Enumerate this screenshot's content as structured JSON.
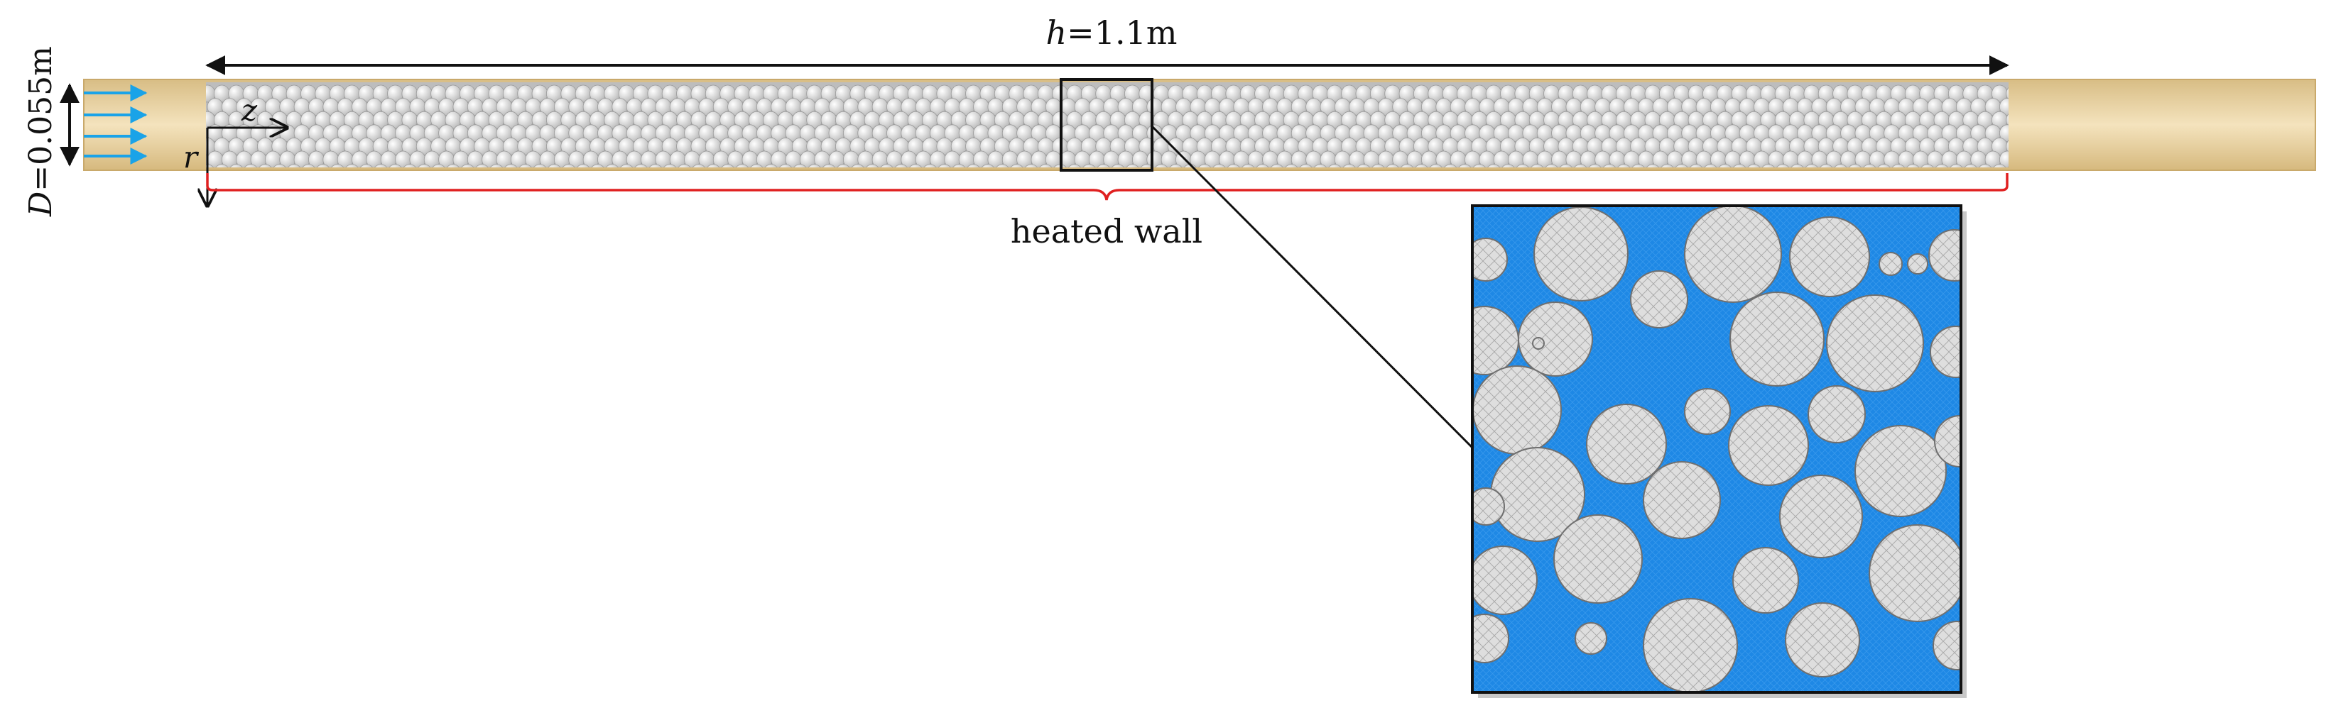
{
  "labels": {
    "height_symbol": "h",
    "height_value": "=1.1m",
    "diameter_symbol": "D",
    "diameter_value": "=0.055m",
    "axis_z": "z",
    "axis_r": "r",
    "heated_wall": "heated wall"
  },
  "colors": {
    "tube": "#e9d2a3",
    "tube_edge": "#c9a96b",
    "packing": "#e6e6e6",
    "sphere": "#dcdcdc",
    "sphere_edge": "#8f8f8f",
    "flow_arrow": "#1aa3e8",
    "fluid_mesh": "#1e88e5",
    "heated_wall": "#e02020",
    "outline": "#111111"
  },
  "icons": {
    "inlet_flow": "arrow-right-icon",
    "dimension": "double-arrow-icon"
  }
}
